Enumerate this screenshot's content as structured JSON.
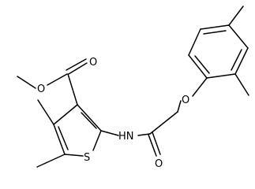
{
  "atom_labels": {
    "ester_carbonyl_o": "O",
    "ester_ether_o": "O",
    "thiophene_s": "S",
    "amide_nh": "HN",
    "amide_o": "O",
    "ether_o": "O"
  }
}
